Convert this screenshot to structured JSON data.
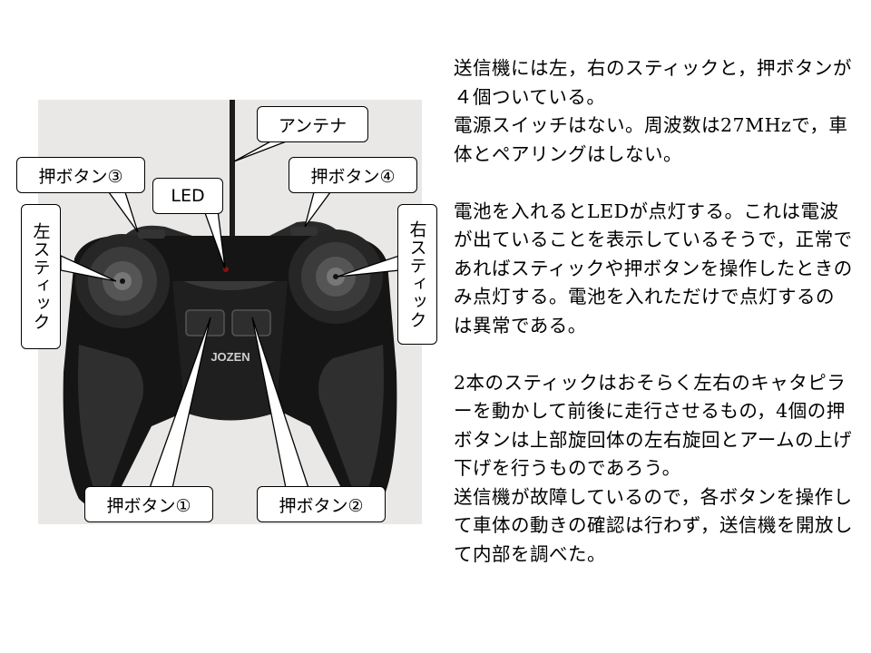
{
  "labels": {
    "antenna": "アンテナ",
    "button3": "押ボタン③",
    "button4": "押ボタン④",
    "led": "LED",
    "left_stick": "左スティック",
    "right_stick": "右スティック",
    "button1": "押ボタン①",
    "button2": "押ボタン②"
  },
  "photo": {
    "brand_logo": "JOZEN"
  },
  "description": {
    "p1_line1": "送信機には左，右のスティックと，押ボタンが４個ついている。",
    "p1_line2": "電源スイッチはない。周波数は27MHzで，車体とペアリングはしない。",
    "p2": "電池を入れるとLEDが点灯する。これは電波が出ていることを表示しているそうで，正常であればスティックや押ボタンを操作したときのみ点灯する。電池を入れただけで点灯するのは異常である。",
    "p3_line1": "2本のスティックはおそらく左右のキャタピラーを動かして前後に走行させるもの，4個の押ボタンは上部旋回体の左右旋回とアームの上げ下げを行うものであろう。",
    "p3_line2": "送信機が故障しているので，各ボタンを操作して車体の動きの確認は行わず，送信機を開放して内部を調べた。"
  }
}
